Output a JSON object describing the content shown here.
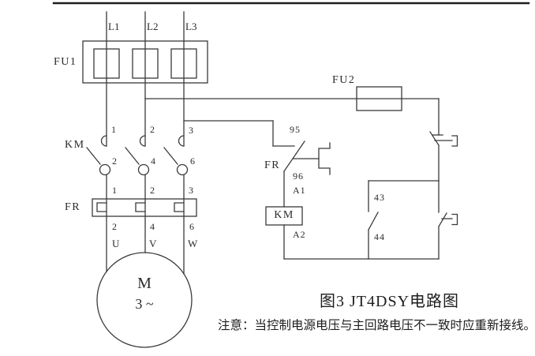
{
  "labels": {
    "phase": [
      "L1",
      "L2",
      "L3"
    ],
    "fu1": "FU1",
    "fu2": "FU2",
    "km_main": "KM",
    "fr_main": "FR",
    "km_top": [
      "1",
      "2",
      "3"
    ],
    "km_bottom": [
      "2",
      "4",
      "6"
    ],
    "fr_top": [
      "1",
      "2",
      "3"
    ],
    "fr_bottom": [
      "2",
      "4",
      "6"
    ],
    "motor_terminals": [
      "U",
      "V",
      "W"
    ],
    "motor": "M",
    "motor_phase": "3 ~",
    "fr_ctrl": "FR",
    "fr_nc_top": "95",
    "fr_nc_bottom": "96",
    "coil_top": "A1",
    "coil_bottom": "A2",
    "coil": "KM",
    "aux_top": "43",
    "aux_bottom": "44"
  },
  "caption": "图3 JT4DSY电路图",
  "note": "注意：当控制电源电压与主回路电压不一致时应重新接线。",
  "colors": {
    "line": "#3a3a3a",
    "border": "#1c1c1c",
    "text": "#262626",
    "background": "#ffffff"
  }
}
